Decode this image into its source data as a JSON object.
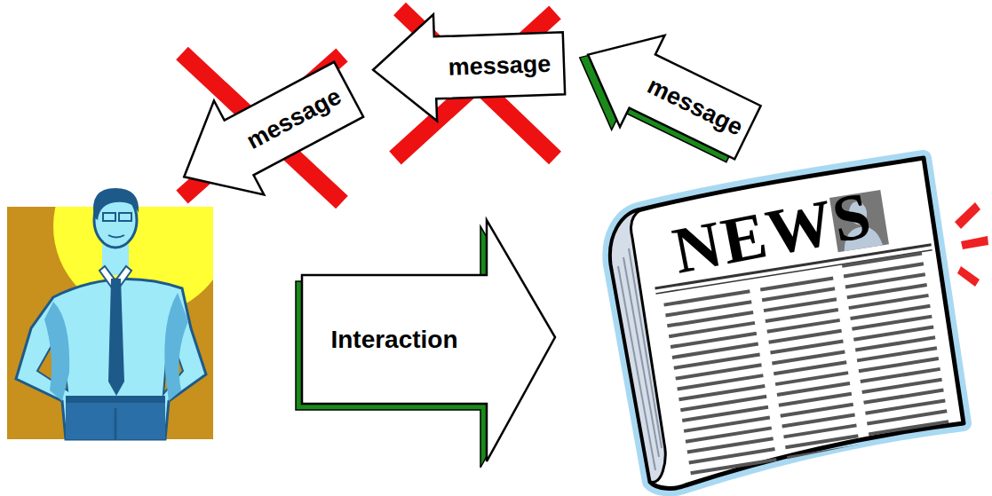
{
  "diagram": {
    "nodes": [
      {
        "text": [
          "message"
        ]
      },
      {
        "text": [
          "message"
        ]
      },
      {
        "text": [
          "message"
        ]
      },
      {
        "text": [
          "Interaction"
        ]
      },
      {
        "text": [
          "NEWS"
        ]
      }
    ]
  }
}
